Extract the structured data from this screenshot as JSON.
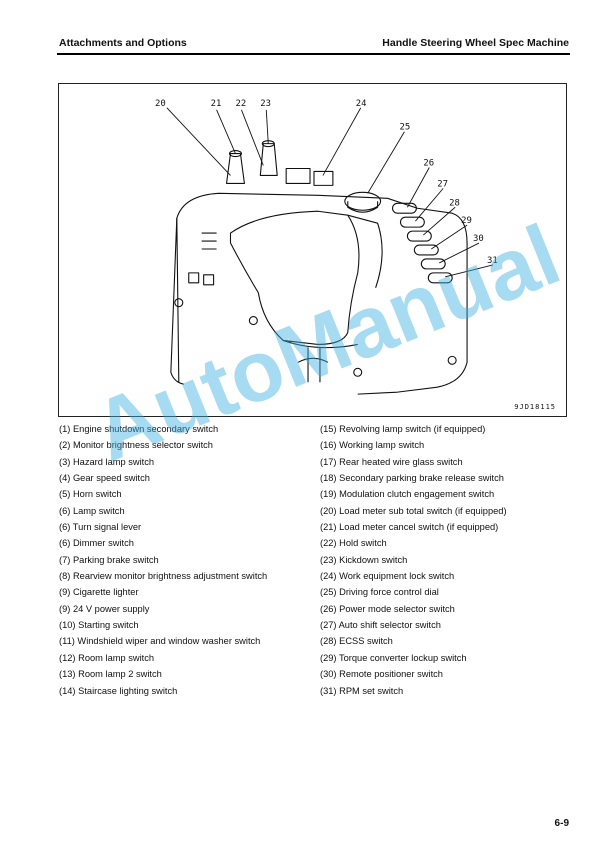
{
  "header": {
    "left": "Attachments and Options",
    "right": "Handle Steering Wheel Spec Machine"
  },
  "figure": {
    "code": "9JD18115",
    "callouts": [
      "20",
      "21",
      "22",
      "23",
      "24",
      "25",
      "26",
      "27",
      "28",
      "29",
      "30",
      "31"
    ]
  },
  "legend_left": [
    "(1) Engine shutdown secondary switch",
    "(2) Monitor brightness selector switch",
    "(3) Hazard lamp switch",
    "(4) Gear speed switch",
    "(5) Horn switch",
    "(6) Lamp switch",
    "(6) Turn signal lever",
    "(6) Dimmer switch",
    "(7) Parking brake switch",
    "(8) Rearview monitor brightness adjustment switch",
    "(9) Cigarette lighter",
    "(9) 24 V power supply",
    "(10) Starting switch",
    "(11) Windshield wiper and window washer switch",
    "(12) Room lamp switch",
    "(13) Room lamp 2 switch",
    "(14) Staircase lighting switch"
  ],
  "legend_right": [
    "(15) Revolving lamp switch (if equipped)",
    "(16) Working lamp switch",
    "(17) Rear heated wire glass switch",
    "(18) Secondary parking brake release switch",
    "(19) Modulation clutch engagement switch",
    "(20) Load meter sub total switch (if equipped)",
    "(21) Load meter cancel switch (if equipped)",
    "(22) Hold switch",
    "(23) Kickdown switch",
    "(24) Work equipment lock switch",
    "(25) Driving force control dial",
    "(26) Power mode selector switch",
    "(27) Auto shift selector switch",
    "(28) ECSS switch",
    "(29) Torque converter lockup switch",
    "(30) Remote positioner switch",
    "(31) RPM set switch"
  ],
  "page_number": "6-9",
  "watermark": "AutoManual",
  "colors": {
    "watermark": "#3cafe1"
  }
}
